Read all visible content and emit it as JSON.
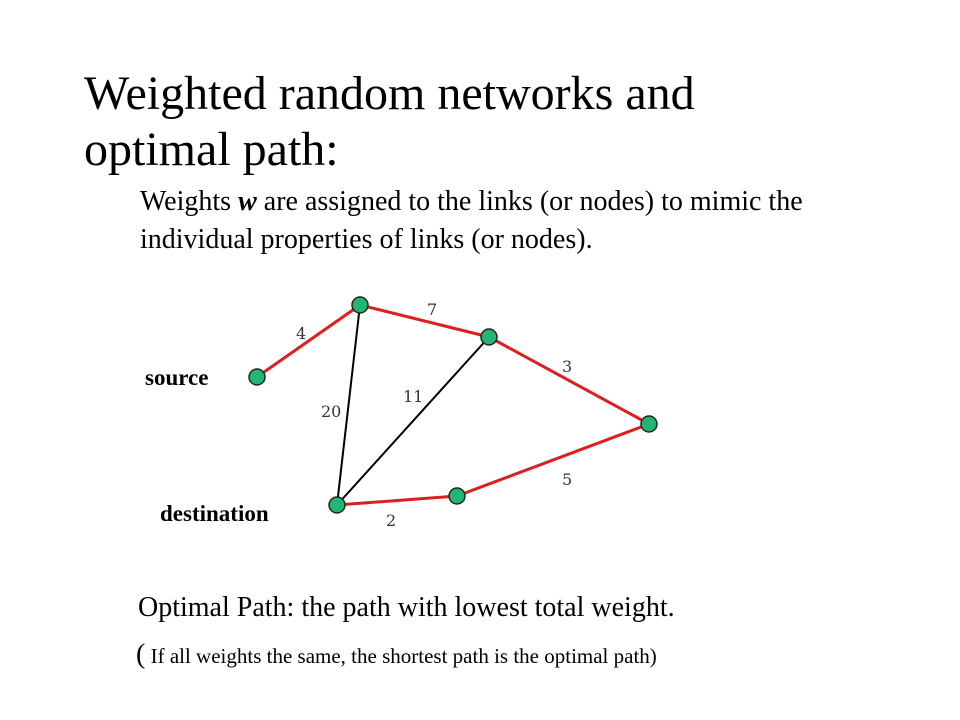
{
  "slide": {
    "title": "Weighted random networks and optimal path:",
    "intro_before": "Weights ",
    "intro_symbol": "w",
    "intro_after": " are assigned  to the links (or nodes) to mimic the individual properties of links (or nodes).",
    "optimal": "Optimal Path: the path with lowest total weight.",
    "note_open": "(",
    "note_text": " If all weights the same, the shortest path is the optimal path)"
  },
  "graph": {
    "source_label": "source",
    "destination_label": "destination",
    "node_fill": "#22b573",
    "node_stroke": "#1a2a20",
    "path_color": "#dd1f1f",
    "edge_color": "#000000",
    "nodes": [
      {
        "id": "source"
      },
      {
        "id": "top"
      },
      {
        "id": "upper-right"
      },
      {
        "id": "far-right"
      },
      {
        "id": "bottom-middle"
      },
      {
        "id": "destination"
      }
    ],
    "edges": [
      {
        "from": "source",
        "to": "top",
        "weight": "4",
        "optimal": true
      },
      {
        "from": "top",
        "to": "upper-right",
        "weight": "7",
        "optimal": true
      },
      {
        "from": "upper-right",
        "to": "far-right",
        "weight": "3",
        "optimal": true
      },
      {
        "from": "far-right",
        "to": "bottom-middle",
        "weight": "5",
        "optimal": true
      },
      {
        "from": "bottom-middle",
        "to": "destination",
        "weight": "2",
        "optimal": true
      },
      {
        "from": "top",
        "to": "destination",
        "weight": "20",
        "optimal": false
      },
      {
        "from": "upper-right",
        "to": "destination",
        "weight": "11",
        "optimal": false
      }
    ]
  }
}
